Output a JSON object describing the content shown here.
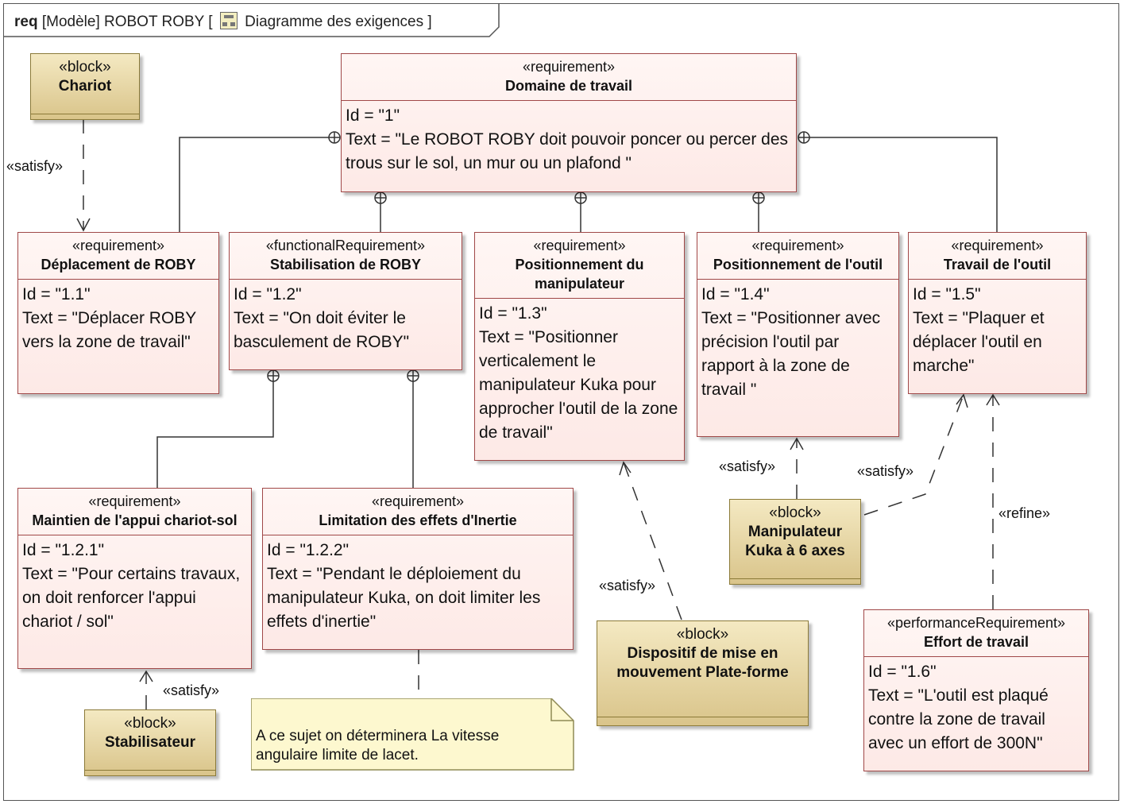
{
  "frame": {
    "kind": "req",
    "model": "[Modèle] ROBOT ROBY [",
    "diagram_icon": "requirement-diagram-icon",
    "diagram_name": "Diagramme des exigences ]"
  },
  "requirements": {
    "r1": {
      "stereotype": "«requirement»",
      "name": "Domaine de travail",
      "id": "Id = \"1\"",
      "text": "Text = \"Le ROBOT ROBY doit pouvoir poncer ou percer des trous sur le sol, un mur ou un plafond \""
    },
    "r11": {
      "stereotype": "«requirement»",
      "name": "Déplacement de ROBY",
      "id": "Id = \"1.1\"",
      "text": "Text = \"Déplacer ROBY vers la zone de travail\""
    },
    "r12": {
      "stereotype": "«functionalRequirement»",
      "name": "Stabilisation de ROBY",
      "id": "Id = \"1.2\"",
      "text": "Text = \"On doit éviter le basculement de ROBY\""
    },
    "r13": {
      "stereotype": "«requirement»",
      "name": "Positionnement du manipulateur",
      "id": "Id = \"1.3\"",
      "text": "Text = \"Positionner verticalement le manipulateur Kuka pour approcher l'outil de la zone de travail\""
    },
    "r14": {
      "stereotype": "«requirement»",
      "name": "Positionnement de l'outil",
      "id": "Id = \"1.4\"",
      "text": "Text = \"Positionner avec précision l'outil par rapport à la zone de travail \""
    },
    "r15": {
      "stereotype": "«requirement»",
      "name": "Travail de l'outil",
      "id": "Id = \"1.5\"",
      "text": "Text = \"Plaquer et déplacer l'outil en marche\""
    },
    "r121": {
      "stereotype": "«requirement»",
      "name": "Maintien de l'appui chariot-sol",
      "id": "Id = \"1.2.1\"",
      "text": "Text = \"Pour certains travaux, on doit renforcer l'appui chariot / sol\""
    },
    "r122": {
      "stereotype": "«requirement»",
      "name": "Limitation des effets d'Inertie",
      "id": "Id = \"1.2.2\"",
      "text": "Text = \"Pendant le déploiement du manipulateur Kuka, on doit limiter les effets d'inertie\""
    },
    "r16": {
      "stereotype": "«performanceRequirement»",
      "name": "Effort de travail",
      "id": "Id = \"1.6\"",
      "text": "Text = \"L'outil est plaqué contre la zone de travail avec un effort de 300N\""
    }
  },
  "blocks": {
    "chariot": {
      "stereotype": "«block»",
      "name": "Chariot"
    },
    "kuka": {
      "stereotype": "«block»",
      "name": "Manipulateur Kuka à 6 axes"
    },
    "dispositif": {
      "stereotype": "«block»",
      "name": "Dispositif de mise en mouvement Plate-forme"
    },
    "stabilisateur": {
      "stereotype": "«block»",
      "name": "Stabilisateur"
    }
  },
  "relations": {
    "satisfy": "«satisfy»",
    "refine": "«refine»"
  },
  "note": {
    "text": "A ce sujet on déterminera La vitesse angulaire limite de lacet."
  }
}
